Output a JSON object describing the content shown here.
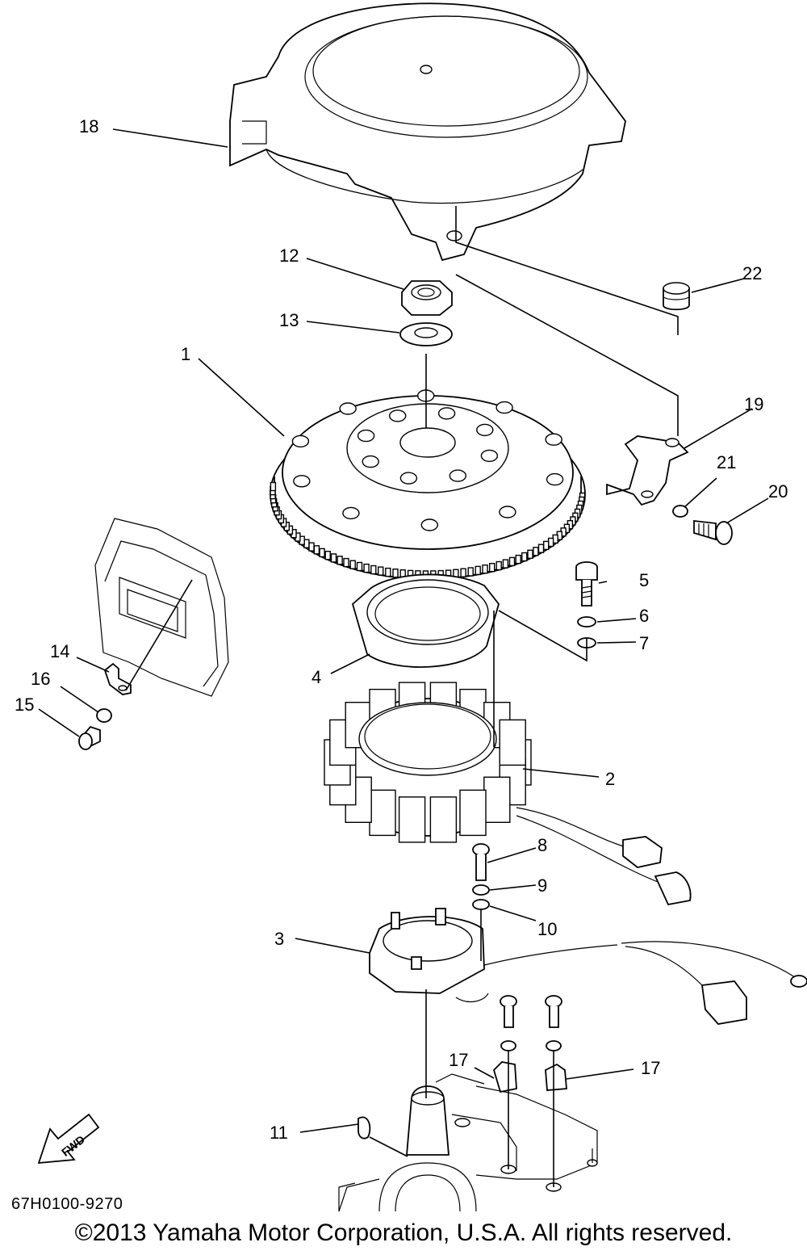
{
  "parts": {
    "p1": "1",
    "p2": "2",
    "p3": "3",
    "p4": "4",
    "p5": "5",
    "p6": "6",
    "p7": "7",
    "p8": "8",
    "p9": "9",
    "p10": "10",
    "p11": "11",
    "p12": "12",
    "p13": "13",
    "p14": "14",
    "p15": "15",
    "p16": "16",
    "p17a": "17",
    "p17b": "17",
    "p18": "18",
    "p19": "19",
    "p20": "20",
    "p21": "21",
    "p22": "22"
  },
  "fwd_label": "FWD",
  "diagram_code": "67H0100-9270",
  "copyright": "©2013 Yamaha Motor Corporation, U.S.A. All rights reserved."
}
